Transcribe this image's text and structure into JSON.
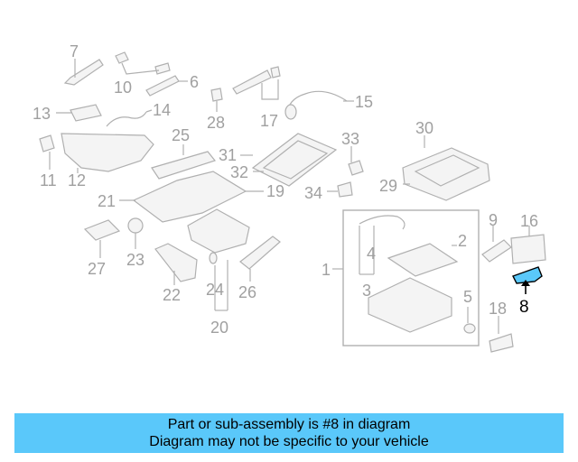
{
  "diagram": {
    "callouts": [
      "1",
      "2",
      "3",
      "4",
      "5",
      "6",
      "7",
      "8",
      "9",
      "10",
      "11",
      "12",
      "13",
      "14",
      "15",
      "16",
      "17",
      "18",
      "19",
      "20",
      "21",
      "22",
      "23",
      "24",
      "25",
      "26",
      "27",
      "28",
      "29",
      "30",
      "31",
      "32",
      "33",
      "34"
    ],
    "highlighted_part": "8",
    "highlight_color": "#5ac8fa"
  },
  "banner": {
    "line1": "Part or sub-assembly is #8 in diagram",
    "line2": "Diagram may not be specific to your vehicle",
    "background": "#5ac8fa"
  }
}
